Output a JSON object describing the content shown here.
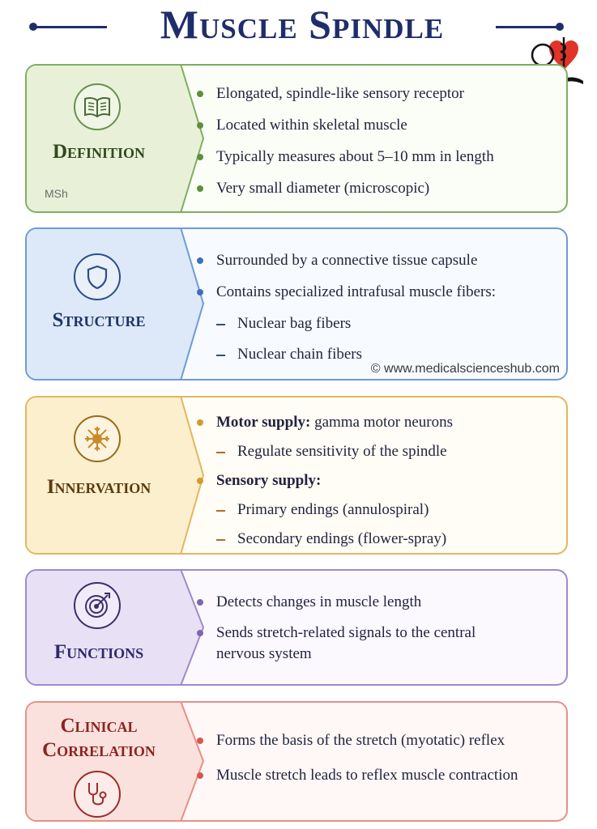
{
  "title": "Muscle Spindle",
  "watermark": "MSh",
  "credit": "© www.medicalscienceshub.com",
  "colors": {
    "title": "#1f2d6b",
    "definition": "#7fae62",
    "structure": "#6f9bd2",
    "innervation": "#e2b75d",
    "functions": "#a08ac9",
    "clinical": "#e88f86"
  },
  "sections": {
    "definition": {
      "icon": "book-icon",
      "label": "Definition",
      "items": [
        "Elongated, spindle-like sensory receptor",
        "Located within skeletal muscle",
        "Typically measures about 5–10 mm in length",
        "Very small diameter (microscopic)"
      ]
    },
    "structure": {
      "icon": "shield-icon",
      "label": "Structure",
      "items": [
        "Surrounded by a connective tissue capsule",
        "Contains specialized intrafusal muscle fibers:"
      ],
      "sub_items": [
        "Nuclear bag fibers",
        "Nuclear chain fibers"
      ]
    },
    "innervation": {
      "icon": "neuron-icon",
      "label": "Innervation",
      "motor_label": "Motor supply:",
      "motor_text": " gamma motor neurons",
      "motor_sub": "Regulate sensitivity of the spindle",
      "sensory_label": "Sensory supply:",
      "sensory_sub": [
        "Primary endings (annulospiral)",
        "Secondary endings (flower-spray)"
      ]
    },
    "functions": {
      "icon": "target-icon",
      "label": "Functions",
      "items": [
        "Detects changes in muscle length",
        "Sends stretch-related signals to the central nervous system"
      ]
    },
    "clinical": {
      "icon": "stethoscope-icon",
      "label_line1": "Clinical",
      "label_line2": "Correlation",
      "items": [
        "Forms the basis of the stretch (myotatic) reflex",
        "Muscle stretch leads to reflex muscle contraction"
      ]
    }
  }
}
